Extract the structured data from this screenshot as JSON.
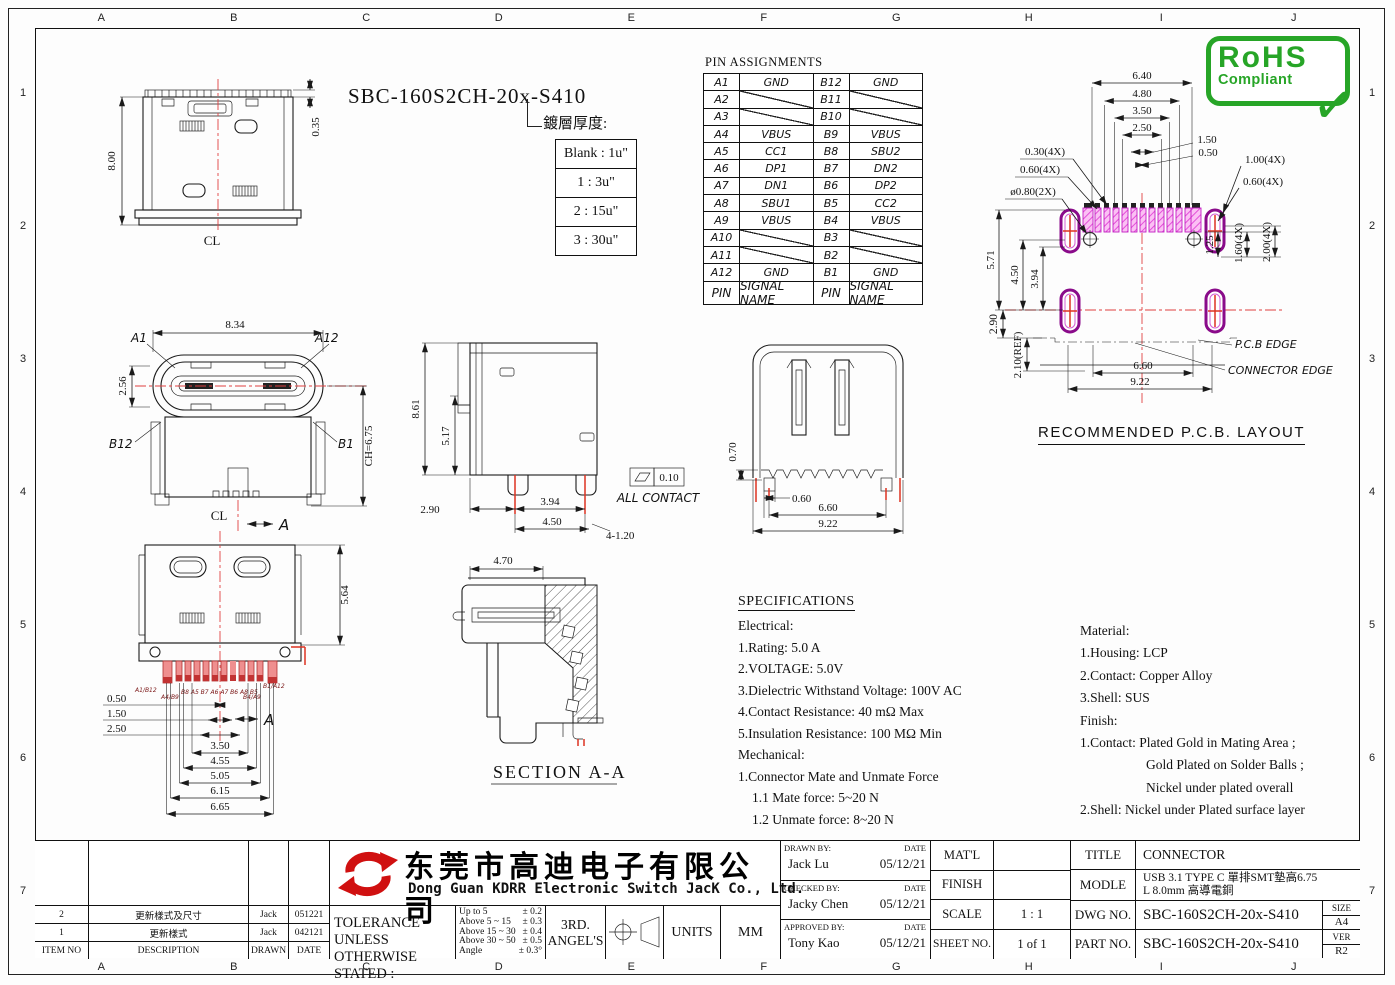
{
  "sheet": {
    "zone_cols": [
      "A",
      "B",
      "C",
      "D",
      "E",
      "F",
      "G",
      "H",
      "I",
      "J"
    ],
    "zone_rows": [
      "1",
      "2",
      "3",
      "4",
      "5",
      "6",
      "7"
    ]
  },
  "part_title": "SBC-160S2CH-20x-S410",
  "plating": {
    "label": "鍍層厚度:",
    "rows": [
      "Blank : 1u\"",
      "1 : 3u\"",
      "2 : 15u\"",
      "3 : 30u\""
    ]
  },
  "pin_table": {
    "title": "PIN ASSIGNMENTS",
    "rows": [
      [
        "A1",
        "GND",
        "B12",
        "GND"
      ],
      [
        "A2",
        "",
        "B11",
        ""
      ],
      [
        "A3",
        "",
        "B10",
        ""
      ],
      [
        "A4",
        "VBUS",
        "B9",
        "VBUS"
      ],
      [
        "A5",
        "CC1",
        "B8",
        "SBU2"
      ],
      [
        "A6",
        "DP1",
        "B7",
        "DN2"
      ],
      [
        "A7",
        "DN1",
        "B6",
        "DP2"
      ],
      [
        "A8",
        "SBU1",
        "B5",
        "CC2"
      ],
      [
        "A9",
        "VBUS",
        "B4",
        "VBUS"
      ],
      [
        "A10",
        "",
        "B3",
        ""
      ],
      [
        "A11",
        "",
        "B2",
        ""
      ],
      [
        "A12",
        "GND",
        "B1",
        "GND"
      ]
    ],
    "footer": [
      "PIN",
      "SIGNAL NAME",
      "PIN",
      "SIGNAL NAME"
    ]
  },
  "rohs": {
    "line1": "RoHS",
    "line2": "Compliant"
  },
  "top_view": {
    "h": "8.00",
    "tab": "0.35",
    "cl": "CL"
  },
  "front_view": {
    "w": "8.34",
    "h": "2.56",
    "ch": "CH=6.75",
    "a1": "A1",
    "a12": "A12",
    "b12": "B12",
    "b1": "B1",
    "cl": "CL",
    "arrow": "A"
  },
  "side_view": {
    "h1": "8.61",
    "h2": "5.17",
    "b1": "2.90",
    "b2": "3.94",
    "b3": "4.50",
    "pins": "4-1.20",
    "flat": "0.10",
    "note": "ALL  CONTACT"
  },
  "rear_view": {
    "l": "0.70",
    "b1": "0.60",
    "b2": "6.60",
    "b3": "9.22"
  },
  "bottom_view": {
    "h": "5.64",
    "d1": "0.50",
    "d2": "1.50",
    "d3": "2.50",
    "d4": "3.50",
    "d5": "4.55",
    "d6": "5.05",
    "d7": "6.15",
    "d8": "6.65",
    "p1": "A1/B12",
    "p2": "A4/B9",
    "p3": "B8 A5 B7 A6 A7 B6 A8 B5",
    "p4": "B4/A9",
    "p5": "B1/A12",
    "arrow": "A"
  },
  "section_view": {
    "dim": "4.70",
    "caption": "SECTION A-A"
  },
  "pcb": {
    "caption": "RECOMMENDED   P.C.B. LAYOUT",
    "t1": "6.40",
    "t2": "4.80",
    "t3": "3.50",
    "t4": "2.50",
    "t5": "1.50",
    "t6": "0.50",
    "l1": "0.30(4X)",
    "l2": "0.60(4X)",
    "l3": "ø0.80(2X)",
    "r1": "1.00(4X)",
    "r2": "0.60(4X)",
    "v1": "5.71",
    "v2": "4.50",
    "v3": "3.94",
    "v4": "2.90",
    "v5": "2.10(REF)",
    "rv1": "1.25",
    "rv2": "1.60(4X)",
    "rv3": "2.00(4X)",
    "b1": "6.60",
    "b2": "9.22",
    "edge1": "P.C.B EDGE",
    "edge2": "CONNECTOR EDGE"
  },
  "specs": {
    "title": "SPECIFICATIONS",
    "lines": [
      "Electrical:",
      "1.Rating: 5.0 A",
      "2.VOLTAGE: 5.0V",
      "3.Dielectric Withstand Voltage: 100V AC",
      "4.Contact Resistance: 40 mΩ Max",
      "5.Insulation Resistance: 100 MΩ Min",
      "Mechanical:",
      "1.Connector Mate and Unmate Force",
      "1.1 Mate force: 5~20 N",
      "1.2 Unmate force: 8~20 N"
    ]
  },
  "material": {
    "lines": [
      "Material:",
      "1.Housing: LCP",
      "2.Contact: Copper Alloy",
      "3.Shell: SUS",
      "Finish:",
      "1.Contact: Plated Gold in Mating Area ;",
      "Gold Plated on Solder Balls ;",
      "Nickel under plated overall",
      "2.Shell: Nickel under Plated surface layer"
    ]
  },
  "title_block": {
    "company_zh": "东莞市高迪电子有限公司",
    "company_en": "Dong Guan KDRR  Electronic Switch JacK Co., Ltd.",
    "rev_header": [
      "ITEM NO",
      "DESCRIPTION",
      "DRAWN",
      "DATE"
    ],
    "revisions": [
      [
        "2",
        "更新樣式及尺寸",
        "Jack",
        "051221"
      ],
      [
        "1",
        "更新樣式",
        "Jack",
        "042121"
      ]
    ],
    "tolerance_title1": "TOLERANCE UNLESS",
    "tolerance_title2": "OTHERWISE STATED :",
    "tolerances": [
      [
        "Up to 5",
        "± 0.2"
      ],
      [
        "Above 5 ~ 15",
        "± 0.3"
      ],
      [
        "Above 15 ~ 30",
        "± 0.4"
      ],
      [
        "Above 30 ~ 50",
        "± 0.5"
      ],
      [
        "Angle",
        "± 0.3°"
      ]
    ],
    "angle1": "3RD.",
    "angle2": "ANGEL'S",
    "units_label": "UNITS",
    "units_value": "MM",
    "signatures": [
      {
        "label": "DRAWN BY:",
        "date_label": "DATE",
        "name": "Jack  Lu",
        "date": "05/12/21"
      },
      {
        "label": "CHECKED BY:",
        "date_label": "DATE",
        "name": "Jacky Chen",
        "date": "05/12/21"
      },
      {
        "label": "APPROVED BY:",
        "date_label": "DATE",
        "name": "Tony Kao",
        "date": "05/12/21"
      }
    ],
    "matl_label": "MAT'L",
    "matl_value": "",
    "finish_label": "FINISH",
    "finish_value": "",
    "scale_label": "SCALE",
    "scale_value": "1 : 1",
    "sheet_label": "SHEET NO.",
    "sheet_value": "1 of 1",
    "title_label": "TITLE",
    "title_value": "CONNECTOR",
    "modle_label": "MODLE",
    "modle_value": "USB 3.1 TYPE C 單排SMT墊高6.75  L 8.0mm 高導電銅",
    "dwg_label": "DWG NO.",
    "dwg_value": "SBC-160S2CH-20x-S410",
    "part_label": "PART NO.",
    "part_value": "SBC-160S2CH-20x-S410",
    "size_label": "SIZE",
    "size_value": "A4",
    "ver_label": "VER",
    "ver_value": "R2"
  }
}
